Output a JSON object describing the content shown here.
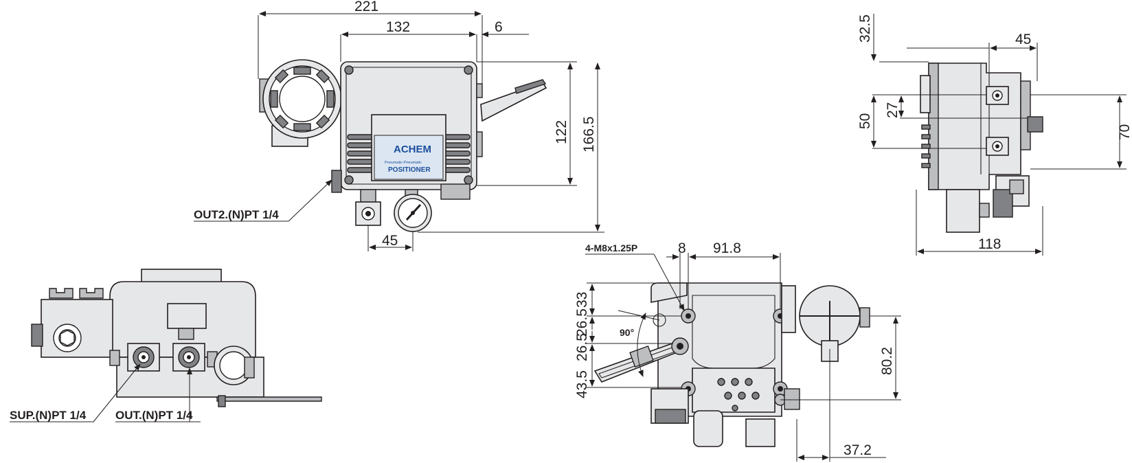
{
  "dimensions": {
    "front_width": "221",
    "front_body": "132",
    "front_offset": "6",
    "front_height_inner": "122",
    "front_height_total": "166.5",
    "front_gauge": "45",
    "side_top": "32.5",
    "side_depth_top": "45",
    "side_port_pitch": "27",
    "side_port_offset": "50",
    "side_height": "70",
    "side_width": "118",
    "rear_hole_offset": "8",
    "rear_hole_pitch": "91.8",
    "rear_v1": "33",
    "rear_v2": "26.5",
    "rear_v3": "26.5",
    "rear_v4": "43.5",
    "rear_angle": "90°",
    "rear_height": "80.2",
    "rear_bottom": "37.2"
  },
  "labels": {
    "out2_port": "OUT2.(N)PT 1/4",
    "sup_port": "SUP.(N)PT 1/4",
    "out_port": "OUT.(N)PT 1/4",
    "mount_thread": "4-M8x1.25P"
  },
  "nameplate": {
    "brand": "ACHEM",
    "subtitle": "Pneumatic-Pneumatic",
    "product": "POSITIONER"
  },
  "colors": {
    "line": "#231f20",
    "body_fill": "#e6e7e8",
    "brand_blue": "#1b4f9c"
  }
}
